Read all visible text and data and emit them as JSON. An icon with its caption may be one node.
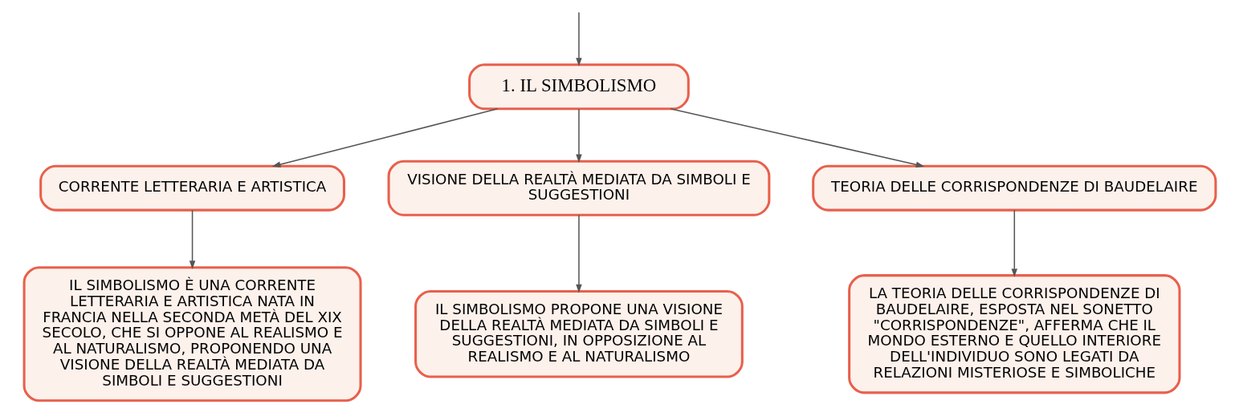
{
  "diagram": {
    "nodes": [
      {
        "text": [
          "1. IL SIMBOLISMO"
        ]
      },
      {
        "text": [
          "CORRENTE LETTERARIA E ARTISTICA"
        ]
      },
      {
        "text": [
          "VISIONE DELLA REALTÀ MEDIATA DA SIMBOLI E SUGGESTIONI"
        ]
      },
      {
        "text": [
          "TEORIA DELLE CORRISPONDENZE DI BAUDELAIRE"
        ]
      },
      {
        "text": [
          "IL SIMBOLISMO È UNA CORRENTE LETTERARIA E ARTISTICA NATA IN FRANCIA NELLA SECONDA METÀ DEL XIX SECOLO, CHE SI OPPONE AL REALISMO E AL NATURALISMO, PROPONENDO UNA VISIONE DELLA REALTÀ MEDIATA DA SIMBOLI E SUGGESTIONI"
        ]
      },
      {
        "text": [
          "IL SIMBOLISMO PROPONE UNA VISIONE DELLA REALTÀ MEDIATA DA SIMBOLI E SUGGESTIONI, IN OPPOSIZIONE AL REALISMO E AL NATURALISMO"
        ]
      },
      {
        "text": [
          "LA TEORIA DELLE CORRISPONDENZE DI BAUDELAIRE, ESPOSTA NEL SONETTO \"CORRISPONDENZE\", AFFERMA CHE IL MONDO ESTERNO E QUELLO INTERIORE DELL'INDIVIDUO SONO LEGATI DA RELAZIONI MISTERIOSE E SIMBOLICHE"
        ]
      }
    ],
    "edges": [
      {
        "from": null,
        "to": 0,
        "arrow": "to"
      },
      {
        "from": 0,
        "to": 1,
        "arrow": "to"
      },
      {
        "from": 0,
        "to": 2,
        "arrow": "to"
      },
      {
        "from": 0,
        "to": 3,
        "arrow": "to"
      },
      {
        "from": 1,
        "to": 4,
        "arrow": "to"
      },
      {
        "from": 2,
        "to": 5,
        "arrow": "to"
      },
      {
        "from": 3,
        "to": 6,
        "arrow": "to"
      }
    ]
  }
}
